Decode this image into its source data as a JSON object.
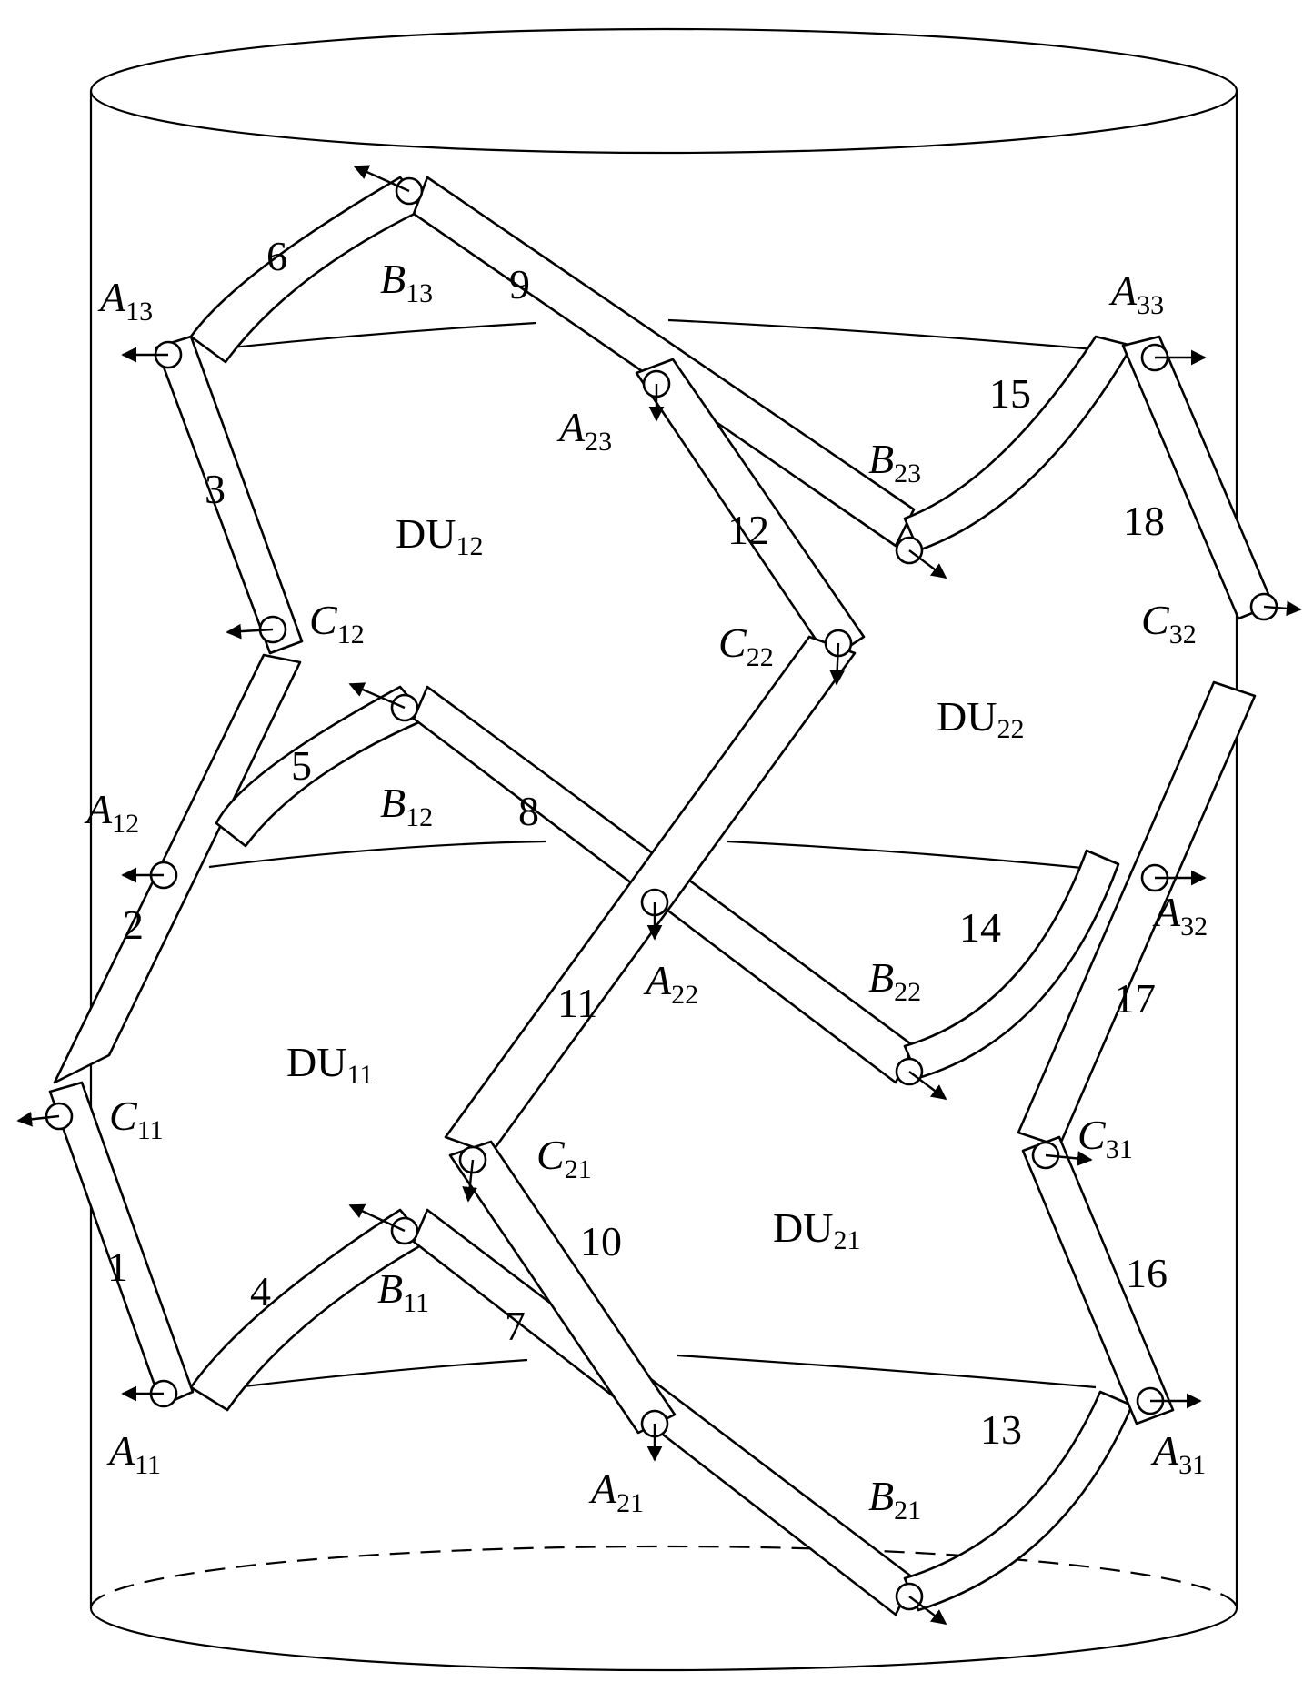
{
  "diagram": {
    "link_numbers": [
      "1",
      "2",
      "3",
      "4",
      "5",
      "6",
      "7",
      "8",
      "9",
      "10",
      "11",
      "12",
      "13",
      "14",
      "15",
      "16",
      "17",
      "18"
    ],
    "joints": [
      {
        "base": "A",
        "sub": "11"
      },
      {
        "base": "A",
        "sub": "12"
      },
      {
        "base": "A",
        "sub": "13"
      },
      {
        "base": "B",
        "sub": "11"
      },
      {
        "base": "B",
        "sub": "12"
      },
      {
        "base": "B",
        "sub": "13"
      },
      {
        "base": "C",
        "sub": "11"
      },
      {
        "base": "C",
        "sub": "12"
      },
      {
        "base": "A",
        "sub": "21"
      },
      {
        "base": "A",
        "sub": "22"
      },
      {
        "base": "A",
        "sub": "23"
      },
      {
        "base": "B",
        "sub": "21"
      },
      {
        "base": "B",
        "sub": "22"
      },
      {
        "base": "B",
        "sub": "23"
      },
      {
        "base": "C",
        "sub": "21"
      },
      {
        "base": "C",
        "sub": "22"
      },
      {
        "base": "A",
        "sub": "31"
      },
      {
        "base": "A",
        "sub": "32"
      },
      {
        "base": "A",
        "sub": "33"
      },
      {
        "base": "C",
        "sub": "31"
      },
      {
        "base": "C",
        "sub": "32"
      }
    ],
    "units": [
      {
        "base": "DU",
        "sub": "11"
      },
      {
        "base": "DU",
        "sub": "12"
      },
      {
        "base": "DU",
        "sub": "21"
      },
      {
        "base": "DU",
        "sub": "22"
      }
    ]
  }
}
